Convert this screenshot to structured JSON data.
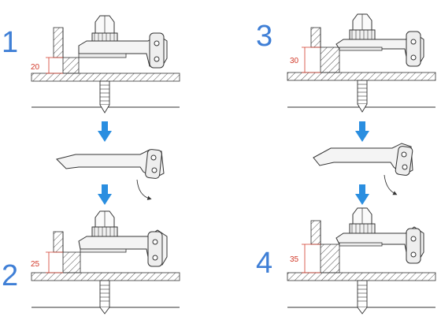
{
  "steps": [
    {
      "number": "1",
      "dimension": "20"
    },
    {
      "number": "2",
      "dimension": "25"
    },
    {
      "number": "3",
      "dimension": "30"
    },
    {
      "number": "4",
      "dimension": "35"
    }
  ],
  "colors": {
    "step_number": "#3f7fd6",
    "arrow": "#2a8ee0",
    "dimension": "#d23a2a",
    "line": "#333333"
  }
}
